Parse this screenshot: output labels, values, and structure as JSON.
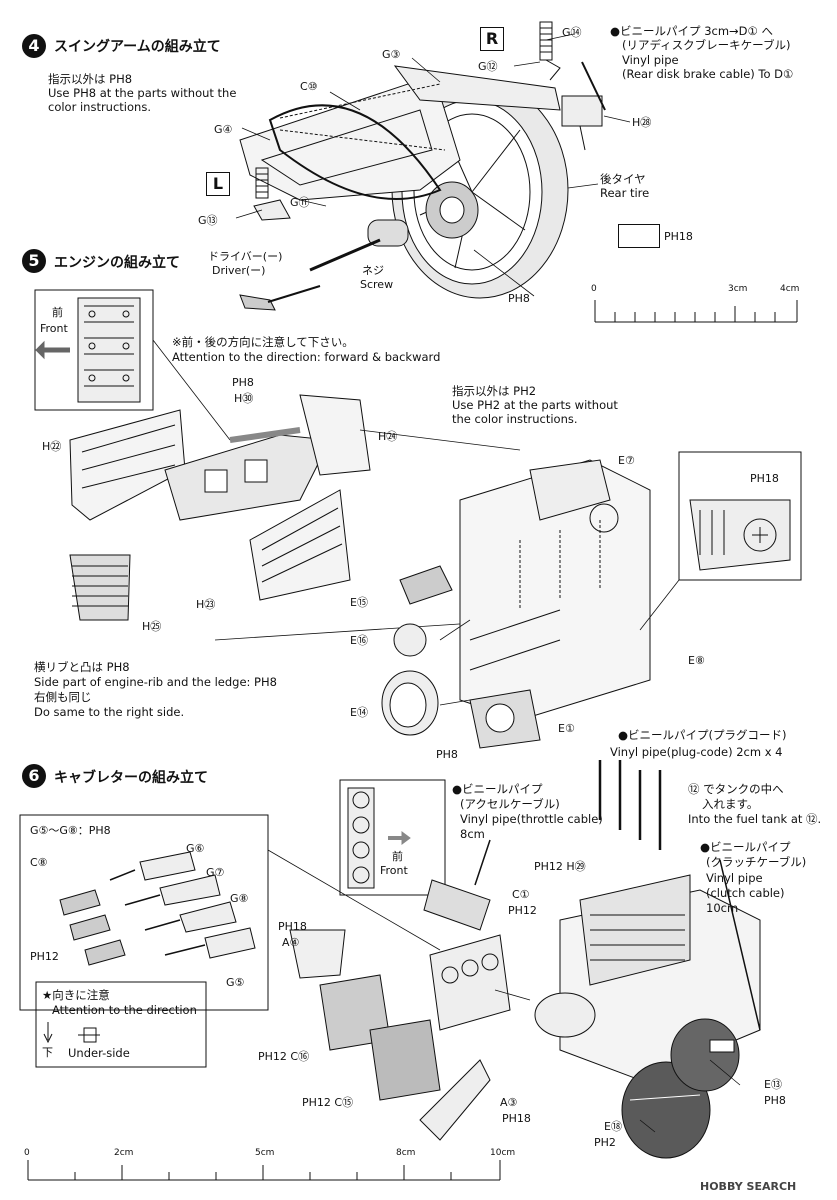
{
  "step4": {
    "number": "4",
    "title": "スイングアームの組み立て",
    "note_jp": "指示以外は PH8",
    "note_en1": "Use PH8 at the parts without the",
    "note_en2": "color instructions.",
    "badge_right": "R",
    "badge_left": "L",
    "labels": {
      "g3": "G③",
      "c10": "C⑩",
      "g4": "G④",
      "g11": "G⑪",
      "g13": "G⑬",
      "g14": "G⑭",
      "g12": "G⑫",
      "h28": "H㉘",
      "ph8": "PH8"
    },
    "vinyl_jp1": "●ビニールパイプ 3cm→D① へ",
    "vinyl_jp2": "(リアディスクブレーキケーブル)",
    "vinyl_en1": "Vinyl pipe",
    "vinyl_en2": "(Rear disk brake cable) To D①",
    "rear_tire_jp": "後タイヤ",
    "rear_tire_en": "Rear tire",
    "color_swatch_label": "PH18"
  },
  "step5": {
    "number": "5",
    "title": "エンジンの組み立て",
    "driver_jp": "ドライバー(ー)",
    "driver_en": "Driver(ー)",
    "screw_jp": "ネジ",
    "screw_en": "Screw",
    "front_jp": "前",
    "front_en": "Front",
    "attention_jp": "※前・後の方向に注意して下さい。",
    "attention_en": "Attention to the direction: forward & backward",
    "note_jp": "指示以外は PH2",
    "note_en1": "Use PH2 at the parts without",
    "note_en2": "the color instructions.",
    "labels": {
      "ph8": "PH8",
      "h30": "H㉚",
      "h24": "H㉔",
      "h22": "H㉒",
      "h23": "H㉓",
      "h25": "H㉕",
      "e7": "E⑦",
      "ph18": "PH18",
      "e15": "E⑮",
      "e16": "E⑯",
      "e8": "E⑧",
      "e14": "E⑭",
      "e1": "E①",
      "ph8b": "PH8"
    },
    "rib_jp": "横リブと凸は PH8",
    "rib_en": "Side part of engine-rib and the ledge: PH8",
    "same_jp": "右側も同じ",
    "same_en": "Do same to the right side."
  },
  "step6": {
    "number": "6",
    "title": "キャブレターの組み立て",
    "g_range": "G⑤～G⑧：PH8",
    "labels": {
      "g6": "G⑥",
      "c8": "C⑧",
      "g7": "G⑦",
      "g8": "G⑧",
      "ph12": "PH12",
      "g5": "G⑤",
      "ph18": "PH18",
      "a4": "A④",
      "c1": "C①",
      "ph12b": "PH12",
      "ph12c16": "PH12 C⑯",
      "ph12c15": "PH12 C⑮",
      "a3": "A③",
      "ph18b": "PH18",
      "h29": "PH12 H㉙",
      "e13": "E⑬",
      "ph8": "PH8",
      "e18": "E⑱",
      "ph2": "PH2"
    },
    "attention_jp": "★向きに注意",
    "attention_en": "Attention to the direction",
    "underside_jp": "下",
    "underside_en": "Under-side",
    "front_jp": "前",
    "front_en": "Front",
    "throttle_jp1": "●ビニールパイプ",
    "throttle_jp2": "(アクセルケーブル)",
    "throttle_en": "Vinyl pipe(throttle cable)",
    "throttle_len": "8cm",
    "plug_jp": "●ビニールパイプ(プラグコード)",
    "plug_en": "Vinyl pipe(plug-code) 2cm x 4",
    "tank_jp1": "⑫ でタンクの中へ",
    "tank_jp2": "入れます。",
    "tank_en": "Into the fuel tank at ⑫.",
    "clutch_jp1": "●ビニールパイプ",
    "clutch_jp2": "(クラッチケーブル)",
    "clutch_en1": "Vinyl pipe",
    "clutch_en2": "(clutch cable)",
    "clutch_len": "10cm"
  },
  "scale_top": {
    "zero": "0",
    "mid": "3cm",
    "end": "4cm"
  },
  "scale_bottom": {
    "zero": "0",
    "a": "2cm",
    "b": "5cm",
    "c": "8cm",
    "d": "10cm"
  },
  "watermark": "HOBBY SEARCH",
  "colors": {
    "ink": "#111111",
    "paper": "#ffffff",
    "gray": "#9a9a9a",
    "dark": "#4a4a4a"
  }
}
